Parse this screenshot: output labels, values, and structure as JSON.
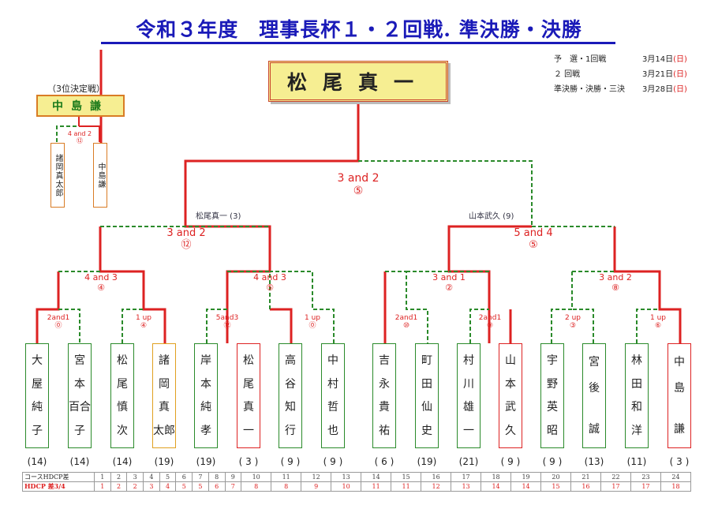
{
  "title": "令和３年度　理事長杯１・２回戦. 準決勝・決勝",
  "schedule": [
    {
      "label": "予　選・1回戦",
      "date": "3月14日",
      "day": "(日)"
    },
    {
      "label": "２ 回戦",
      "date": "3月21日",
      "day": "(日)"
    },
    {
      "label": "準決勝・決勝・三決",
      "date": "3月28日",
      "day": "(日)"
    }
  ],
  "champion": "松尾真一",
  "third_place": {
    "label": "（3位決定戦）",
    "winner": "中島謙",
    "score": "4 and 2",
    "hole": "⑫",
    "p1": "諸岡真太郎",
    "p2": "中島謙"
  },
  "final": {
    "score": "3 and 2",
    "hole": "⑤"
  },
  "semis": [
    {
      "name_label": "松尾真一 (3)",
      "score": "3 and 2",
      "hole": "⑫"
    },
    {
      "name_label": "山本武久 (9)",
      "score": "5 and 4",
      "hole": "⑤"
    }
  ],
  "quarters": [
    {
      "score": "4 and 3",
      "hole": "④"
    },
    {
      "score": "4 and 3",
      "hole": "⑤"
    },
    {
      "score": "3 and 1",
      "hole": "②"
    },
    {
      "score": "3 and 2",
      "hole": "⑧"
    }
  ],
  "round1": [
    {
      "score": "2and1",
      "hole": "⓪"
    },
    {
      "score": "1 up",
      "hole": "④"
    },
    {
      "score": "5and3",
      "hole": "⑫"
    },
    {
      "score": "1 up",
      "hole": "⓪"
    },
    {
      "score": "2and1",
      "hole": "⑩"
    },
    {
      "score": "2and1",
      "hole": "⑨"
    },
    {
      "score": "2 up",
      "hole": "③"
    },
    {
      "score": "1 up",
      "hole": "⑥"
    }
  ],
  "players": [
    {
      "name": "大屋純子",
      "chars": [
        "大",
        "屋",
        "純",
        "子"
      ],
      "hdcp": "(14)"
    },
    {
      "name": "宮本百合子",
      "chars": [
        "宮",
        "本",
        "百合",
        "子"
      ],
      "hdcp": "(14)"
    },
    {
      "name": "松尾慎次",
      "chars": [
        "松",
        "尾",
        "慎",
        "次"
      ],
      "hdcp": "(14)"
    },
    {
      "name": "諸岡真太郎",
      "chars": [
        "諸",
        "岡",
        "真",
        "太郎"
      ],
      "hdcp": "(19)"
    },
    {
      "name": "岸本純孝",
      "chars": [
        "岸",
        "本",
        "純",
        "孝"
      ],
      "hdcp": "(19)"
    },
    {
      "name": "松尾真一",
      "chars": [
        "松",
        "尾",
        "真",
        "一"
      ],
      "hdcp": "( 3 )"
    },
    {
      "name": "高谷知行",
      "chars": [
        "高",
        "谷",
        "知",
        "行"
      ],
      "hdcp": "( 9 )"
    },
    {
      "name": "中村哲也",
      "chars": [
        "中",
        "村",
        "哲",
        "也"
      ],
      "hdcp": "( 9 )"
    },
    {
      "name": "吉永貴祐",
      "chars": [
        "吉",
        "永",
        "貴",
        "祐"
      ],
      "hdcp": "( 6 )"
    },
    {
      "name": "町田仙史",
      "chars": [
        "町",
        "田",
        "仙",
        "史"
      ],
      "hdcp": "(19)"
    },
    {
      "name": "村川雄一",
      "chars": [
        "村",
        "川",
        "雄",
        "一"
      ],
      "hdcp": "(21)"
    },
    {
      "name": "山本武久",
      "chars": [
        "山",
        "本",
        "武",
        "久"
      ],
      "hdcp": "( 9 )"
    },
    {
      "name": "宇野英昭",
      "chars": [
        "宇",
        "野",
        "英",
        "昭"
      ],
      "hdcp": "( 9 )"
    },
    {
      "name": "宮後誠",
      "chars": [
        "宮",
        "後",
        "",
        "誠"
      ],
      "hdcp": "(13)"
    },
    {
      "name": "林田和洋",
      "chars": [
        "林",
        "田",
        "和",
        "洋"
      ],
      "hdcp": "(11)"
    },
    {
      "name": "中島謙",
      "chars": [
        "中",
        "島",
        "",
        "謙"
      ],
      "hdcp": "( 3 )"
    }
  ],
  "hdcp_table": {
    "row1_label": "コースHDCP差",
    "row1": [
      "1",
      "2",
      "3",
      "4",
      "5",
      "6",
      "7",
      "8",
      "9",
      "10",
      "11",
      "12",
      "13",
      "14",
      "15",
      "16",
      "17",
      "18",
      "19",
      "20",
      "21",
      "22",
      "23",
      "24"
    ],
    "row2_label": "HDCP 差3/4",
    "row2": [
      "1",
      "2",
      "2",
      "3",
      "4",
      "5",
      "5",
      "6",
      "7",
      "8",
      "8",
      "9",
      "10",
      "11",
      "11",
      "12",
      "13",
      "14",
      "14",
      "15",
      "16",
      "17",
      "17",
      "18"
    ]
  }
}
